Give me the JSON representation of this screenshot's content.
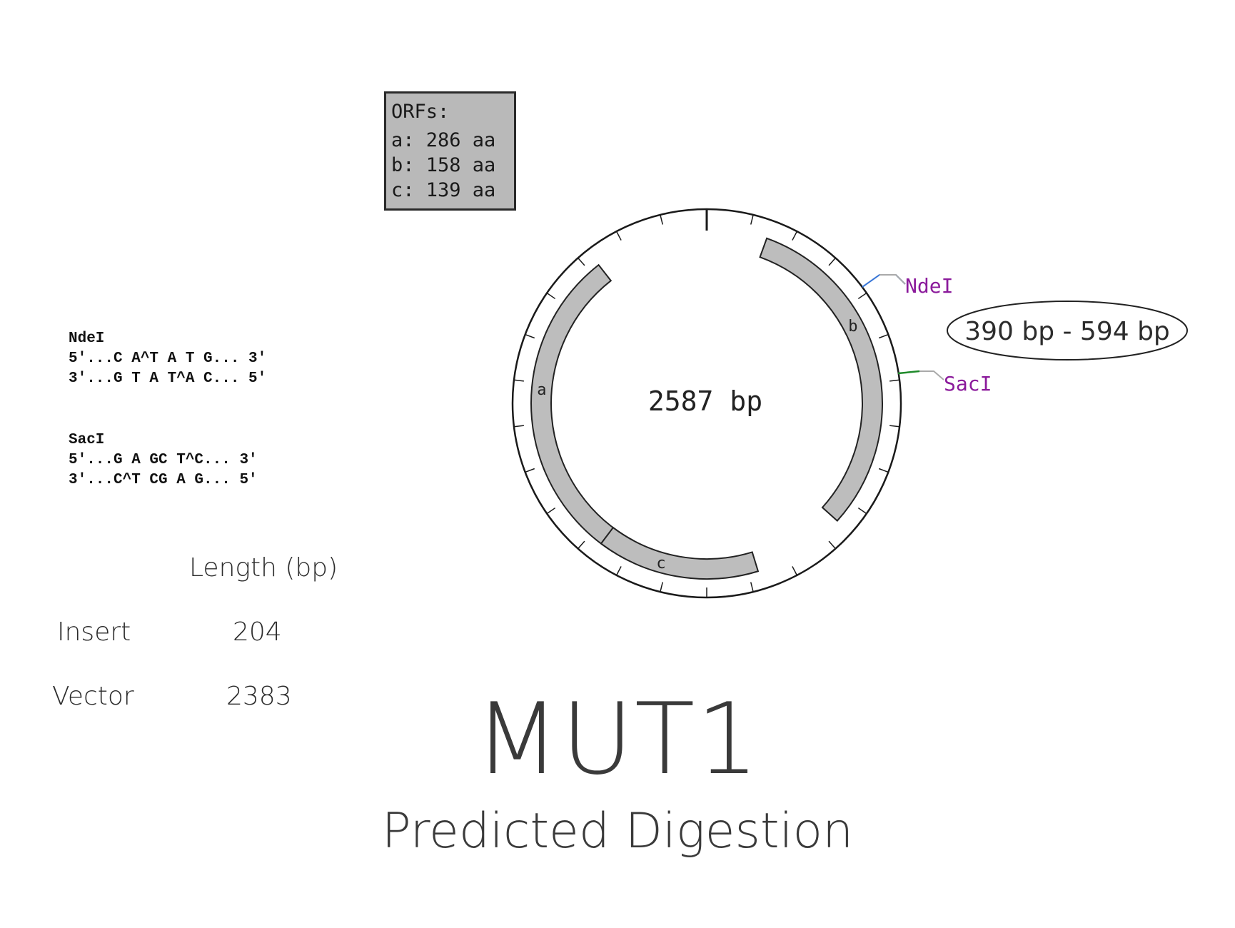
{
  "orf_box": {
    "title": "ORFs:",
    "items": [
      "a: 286 aa",
      "b: 158 aa",
      "c: 139 aa"
    ]
  },
  "plasmid": {
    "size_label": "2587 bp",
    "orf_labels": [
      "a",
      "b",
      "c"
    ],
    "sites": [
      {
        "name": "NdeI",
        "color": "#8b1a9b",
        "line_color": "#3b78d8"
      },
      {
        "name": "SacI",
        "color": "#8b1a9b",
        "line_color": "#1f8a2a"
      }
    ],
    "digest_callout": "390 bp - 594 bp"
  },
  "recognition_sites": [
    {
      "name": "NdeI",
      "top": "5'...C A^T A T G... 3'",
      "bottom": "3'...G T A T^A C... 5'"
    },
    {
      "name": "SacI",
      "top": "5'...G A GC T^C... 3'",
      "bottom": "3'...C^T CG A G... 5'"
    }
  ],
  "length_table": {
    "header": "Length (bp)",
    "rows": [
      {
        "label": "Insert",
        "value": "204"
      },
      {
        "label": "Vector",
        "value": "2383"
      }
    ]
  },
  "title": "MUT1",
  "subtitle": "Predicted Digestion"
}
